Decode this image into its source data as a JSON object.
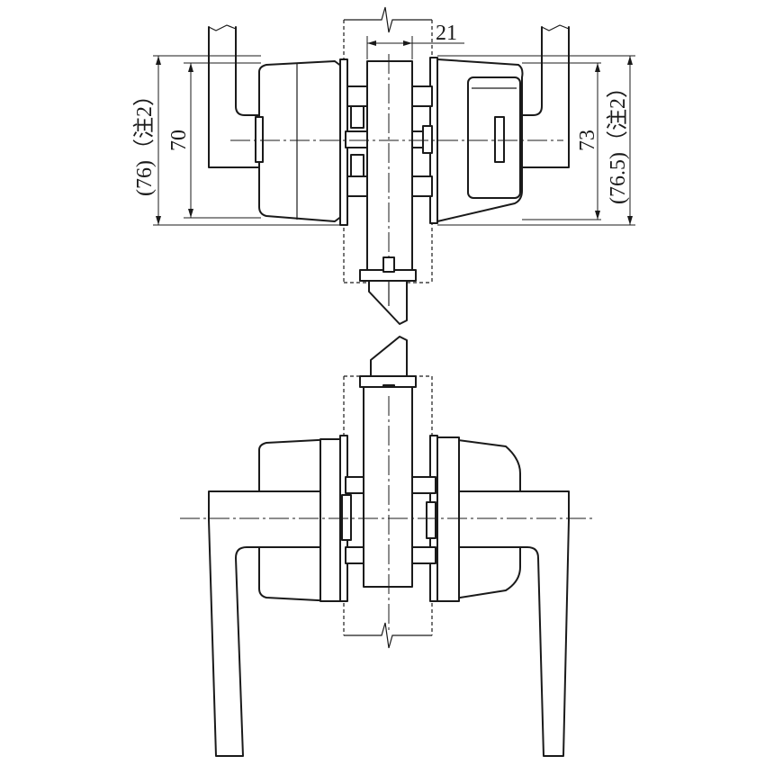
{
  "dimensions": {
    "width_top": "21",
    "left_inner": "70",
    "left_outer": "(76)（注2）",
    "right_inner": "73",
    "right_outer": "(76.5)（注2）"
  }
}
